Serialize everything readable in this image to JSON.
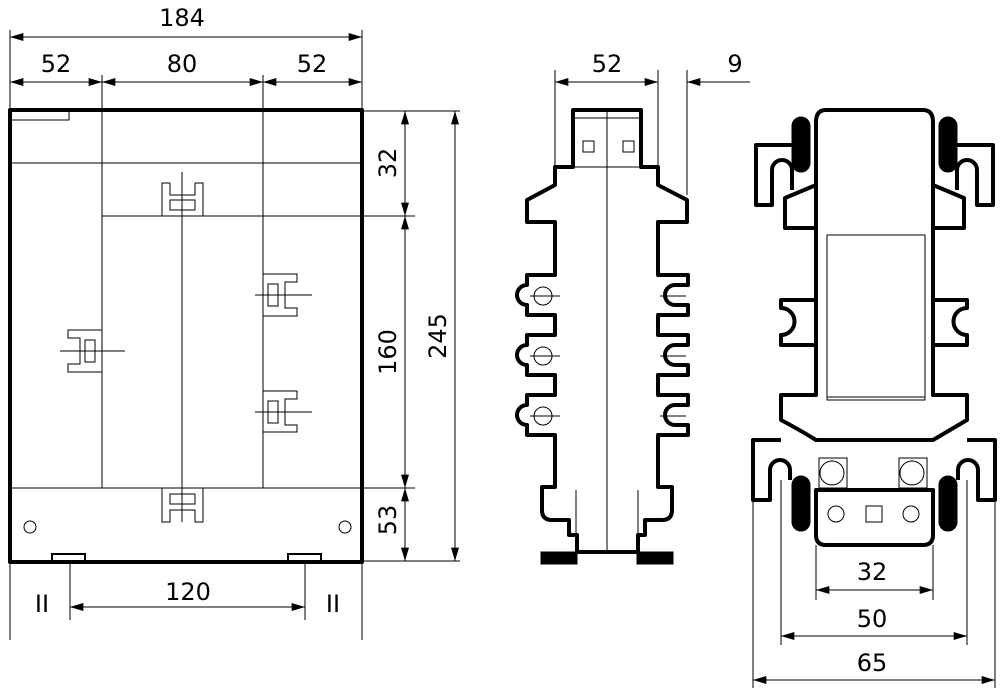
{
  "front_view": {
    "dimensions": {
      "overall_width": "184",
      "left_margin": "52",
      "window_width": "80",
      "right_margin": "52",
      "top_band": "32",
      "window_height": "160",
      "bottom_band": "53",
      "overall_height": "245",
      "mount_spacing": "120"
    },
    "section_marks": [
      "II",
      "II"
    ]
  },
  "side_view": {
    "dimensions": {
      "body_depth": "52",
      "offset": "9"
    }
  },
  "bottom_view": {
    "dimensions": {
      "inner": "32",
      "middle": "50",
      "outer": "65"
    }
  }
}
